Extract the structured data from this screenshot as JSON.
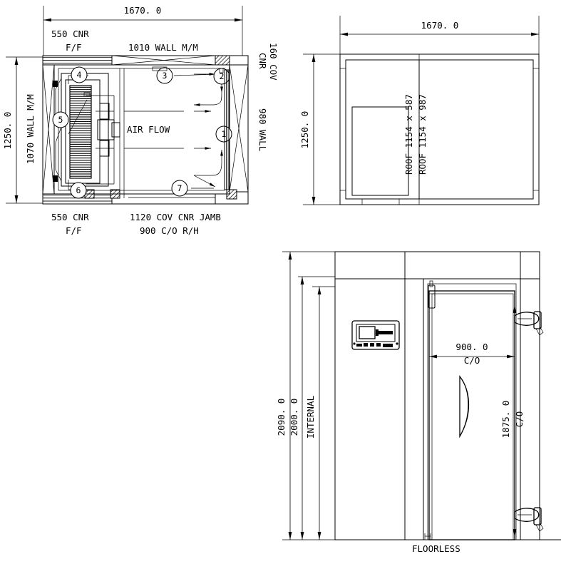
{
  "document": {
    "type": "technical-engineering-drawing",
    "subject": "Cold room / refrigerated chamber — plan, roof plan and front elevation",
    "units": "mm"
  },
  "plan_view": {
    "name": "Plan view (top-left)",
    "overall_width_dim": "1670. 0",
    "overall_depth_dim": "1250. 0",
    "labels": {
      "top_left_1": "550 CNR",
      "top_left_2": "F/F",
      "top_center": "1010 WALL M/M",
      "right_top_1": "160 COV",
      "right_top_2": "CNR",
      "right_mid": "980 WALL",
      "left_vertical": "1070 WALL M/M",
      "bottom_left_1": "550 CNR",
      "bottom_left_2": "F/F",
      "bottom_center_1": "1120 COV CNR JAMB",
      "bottom_center_2": "900 C/O  R/H",
      "air_flow": "AIR FLOW"
    },
    "balloons": [
      "1",
      "2",
      "3",
      "4",
      "5",
      "6",
      "7"
    ]
  },
  "roof_view": {
    "name": "Roof plan view (top-right)",
    "overall_width_dim": "1670. 0",
    "overall_depth_dim": "1250. 0",
    "panel_label_1": "ROOF 1154 x 587",
    "panel_label_2": "ROOF 1154 x 987"
  },
  "elevation_view": {
    "name": "Front elevation (bottom-right)",
    "height_overall": "2090. 0",
    "height_secondary": "2000. 0",
    "height_label_internal": "INTERNAL",
    "door_width": "900. 0",
    "door_width_sub": "C/O",
    "door_height": "1875. 0",
    "door_height_sub": "C/O",
    "floor_note": "FLOORLESS"
  },
  "colors": {
    "line": "#000000",
    "background": "#ffffff",
    "hatch": "#000000"
  }
}
